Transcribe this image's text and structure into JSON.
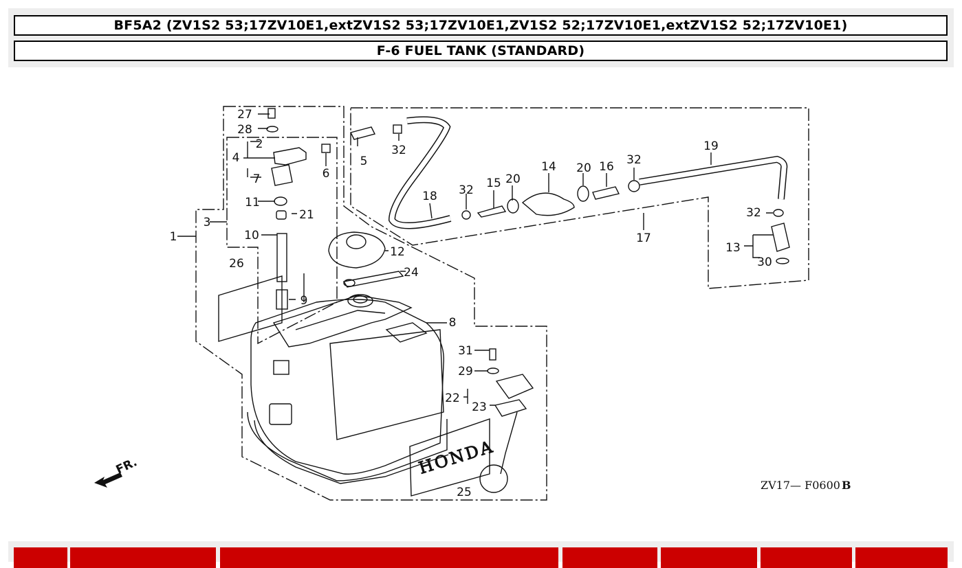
{
  "header": {
    "model_title": "BF5A2 (ZV1S2 53;17ZV10E1,extZV1S2 53;17ZV10E1,ZV1S2 52;17ZV10E1,extZV1S2 52;17ZV10E1)",
    "section_title": "F-6 FUEL TANK (STANDARD)"
  },
  "diagram": {
    "drawing_code": "ZV17— F0600",
    "drawing_code_suffix": "B",
    "front_label": "FR.",
    "brand_text": "HONDA",
    "callouts": [
      {
        "label": "1"
      },
      {
        "label": "2"
      },
      {
        "label": "3"
      },
      {
        "label": "4"
      },
      {
        "label": "5"
      },
      {
        "label": "6"
      },
      {
        "label": "7"
      },
      {
        "label": "8"
      },
      {
        "label": "9"
      },
      {
        "label": "10"
      },
      {
        "label": "11"
      },
      {
        "label": "12"
      },
      {
        "label": "13"
      },
      {
        "label": "14"
      },
      {
        "label": "15"
      },
      {
        "label": "16"
      },
      {
        "label": "17"
      },
      {
        "label": "18"
      },
      {
        "label": "19"
      },
      {
        "label": "20"
      },
      {
        "label": "20"
      },
      {
        "label": "21"
      },
      {
        "label": "22"
      },
      {
        "label": "23"
      },
      {
        "label": "24"
      },
      {
        "label": "25"
      },
      {
        "label": "26"
      },
      {
        "label": "27"
      },
      {
        "label": "28"
      },
      {
        "label": "29"
      },
      {
        "label": "30"
      },
      {
        "label": "31"
      },
      {
        "label": "32"
      },
      {
        "label": "32"
      },
      {
        "label": "32"
      },
      {
        "label": "32"
      }
    ]
  },
  "colors": {
    "table_header": "#cc0000",
    "panel": "#eeeeee"
  }
}
